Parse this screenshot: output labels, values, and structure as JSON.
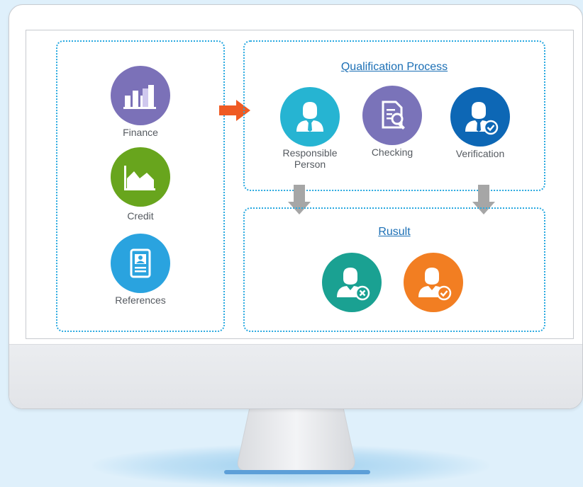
{
  "sources": {
    "items": [
      {
        "label": "Finance",
        "icon": "bar-chart-icon",
        "color": "#7b71b8"
      },
      {
        "label": "Credit",
        "icon": "area-chart-icon",
        "color": "#68a51d"
      },
      {
        "label": "References",
        "icon": "id-card-icon",
        "color": "#2aa3df"
      }
    ]
  },
  "process": {
    "title": "Qualification Process",
    "steps": [
      {
        "label_line1": "Responsible",
        "label_line2": "Person",
        "icon": "person-icon",
        "color": "#26b4d2"
      },
      {
        "label": "Checking",
        "icon": "document-search-icon",
        "color": "#7a73b9"
      },
      {
        "label": "Verification",
        "icon": "person-check-icon",
        "color": "#0d67b5"
      }
    ]
  },
  "result": {
    "title": "Rusult",
    "outcomes": [
      {
        "icon": "person-rejected-icon",
        "color": "#1aa192"
      },
      {
        "icon": "person-approved-icon",
        "color": "#f27e22"
      }
    ]
  },
  "arrows": {
    "flow": "#ef5a23",
    "down": "#a6a6a6"
  }
}
